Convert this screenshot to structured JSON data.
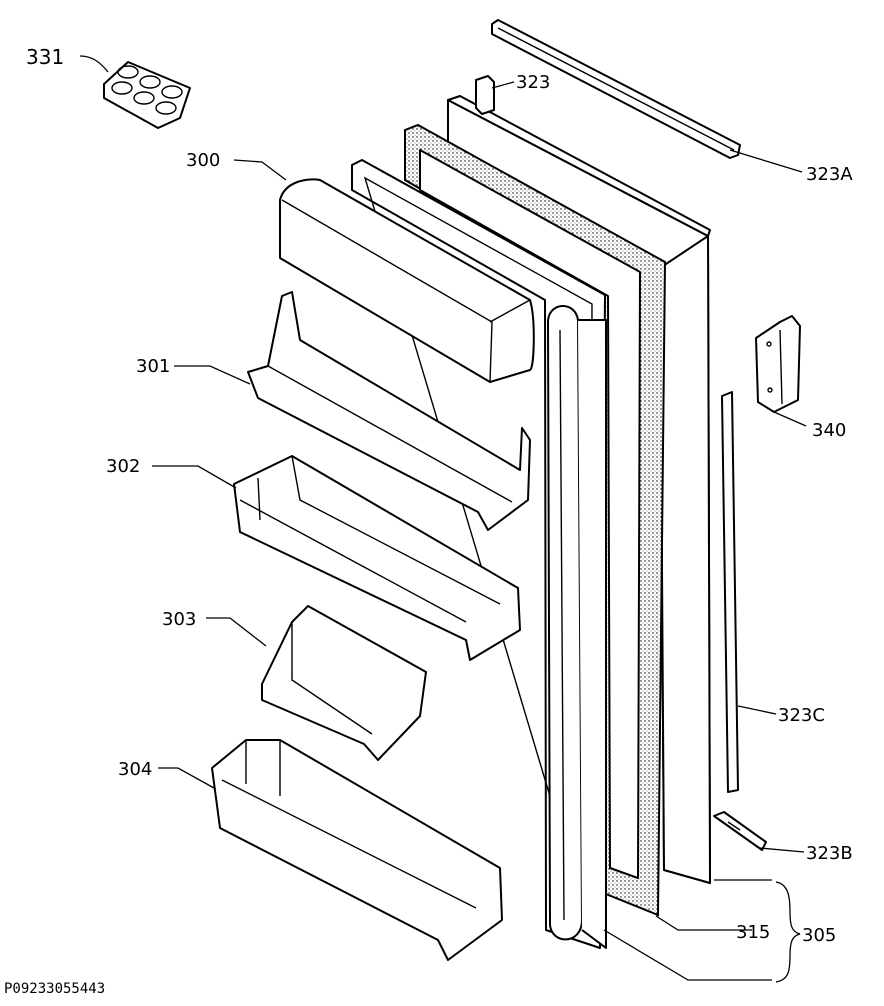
{
  "diagram": {
    "labels": {
      "p331": "331",
      "p323": "323",
      "p323A": "323A",
      "p300": "300",
      "p301": "301",
      "p302": "302",
      "p303": "303",
      "p304": "304",
      "p340": "340",
      "p323C": "323C",
      "p323B": "323B",
      "p315": "315",
      "p305": "305"
    },
    "footer_code": "P09233055443"
  }
}
